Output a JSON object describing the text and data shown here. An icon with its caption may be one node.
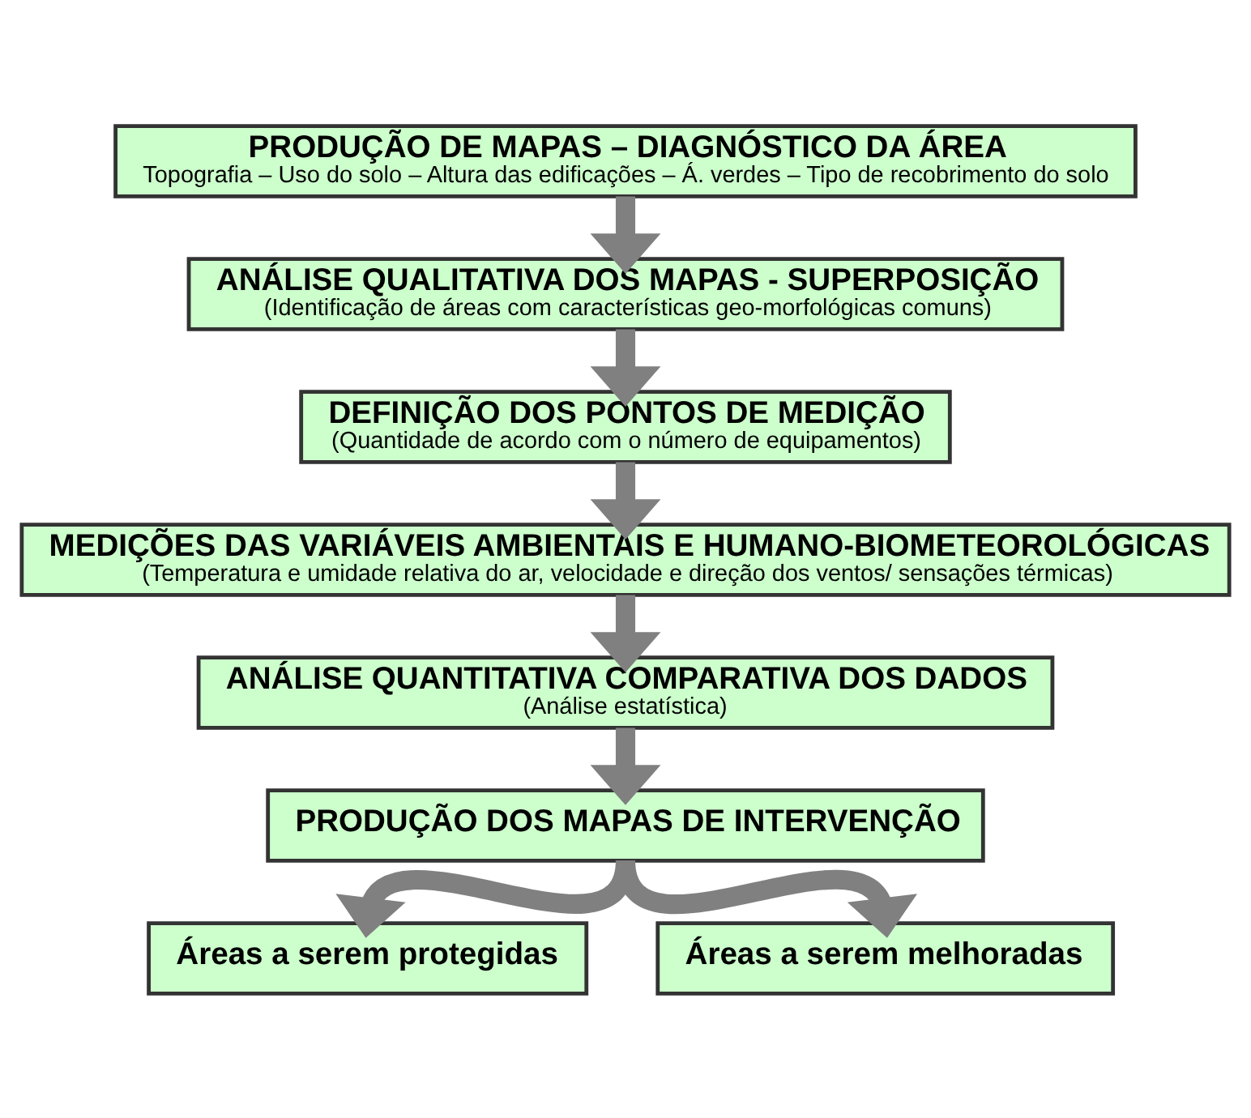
{
  "diagram": {
    "nodes": [
      {
        "text": [
          "PRODUÇÃO DE MAPAS – DIAGNÓSTICO DA ÁREA",
          "Topografia – Uso do solo – Altura das edificações – Á. verdes – Tipo de recobrimento do solo"
        ]
      },
      {
        "text": [
          "ANÁLISE QUALITATIVA DOS MAPAS - SUPERPOSIÇÃO",
          "(Identificação de áreas com características geo-morfológicas comuns)"
        ]
      },
      {
        "text": [
          "DEFINIÇÃO DOS PONTOS DE MEDIÇÃO",
          "(Quantidade de acordo com o número de equipamentos)"
        ]
      },
      {
        "text": [
          "MEDIÇÕES DAS VARIÁVEIS AMBIENTAIS E HUMANO-BIOMETEOROLÓGICAS",
          "(Temperatura e umidade relativa do ar, velocidade e direção dos ventos/ sensações térmicas)"
        ]
      },
      {
        "text": [
          "ANÁLISE QUANTITATIVA COMPARATIVA DOS DADOS",
          "(Análise estatística)"
        ]
      },
      {
        "text": [
          "PRODUÇÃO DOS MAPAS DE INTERVENÇÃO"
        ]
      },
      {
        "text": [
          "Áreas a serem protegidas"
        ]
      },
      {
        "text": [
          "Áreas a serem melhoradas"
        ]
      }
    ],
    "edges": [
      {
        "from": 0,
        "to": 1,
        "arrow": "to"
      },
      {
        "from": 1,
        "to": 2,
        "arrow": "to"
      },
      {
        "from": 2,
        "to": 3,
        "arrow": "to"
      },
      {
        "from": 3,
        "to": 4,
        "arrow": "to"
      },
      {
        "from": 4,
        "to": 5,
        "arrow": "to"
      },
      {
        "from": 5,
        "to": 6,
        "arrow": "to"
      },
      {
        "from": 5,
        "to": 7,
        "arrow": "to"
      }
    ]
  }
}
